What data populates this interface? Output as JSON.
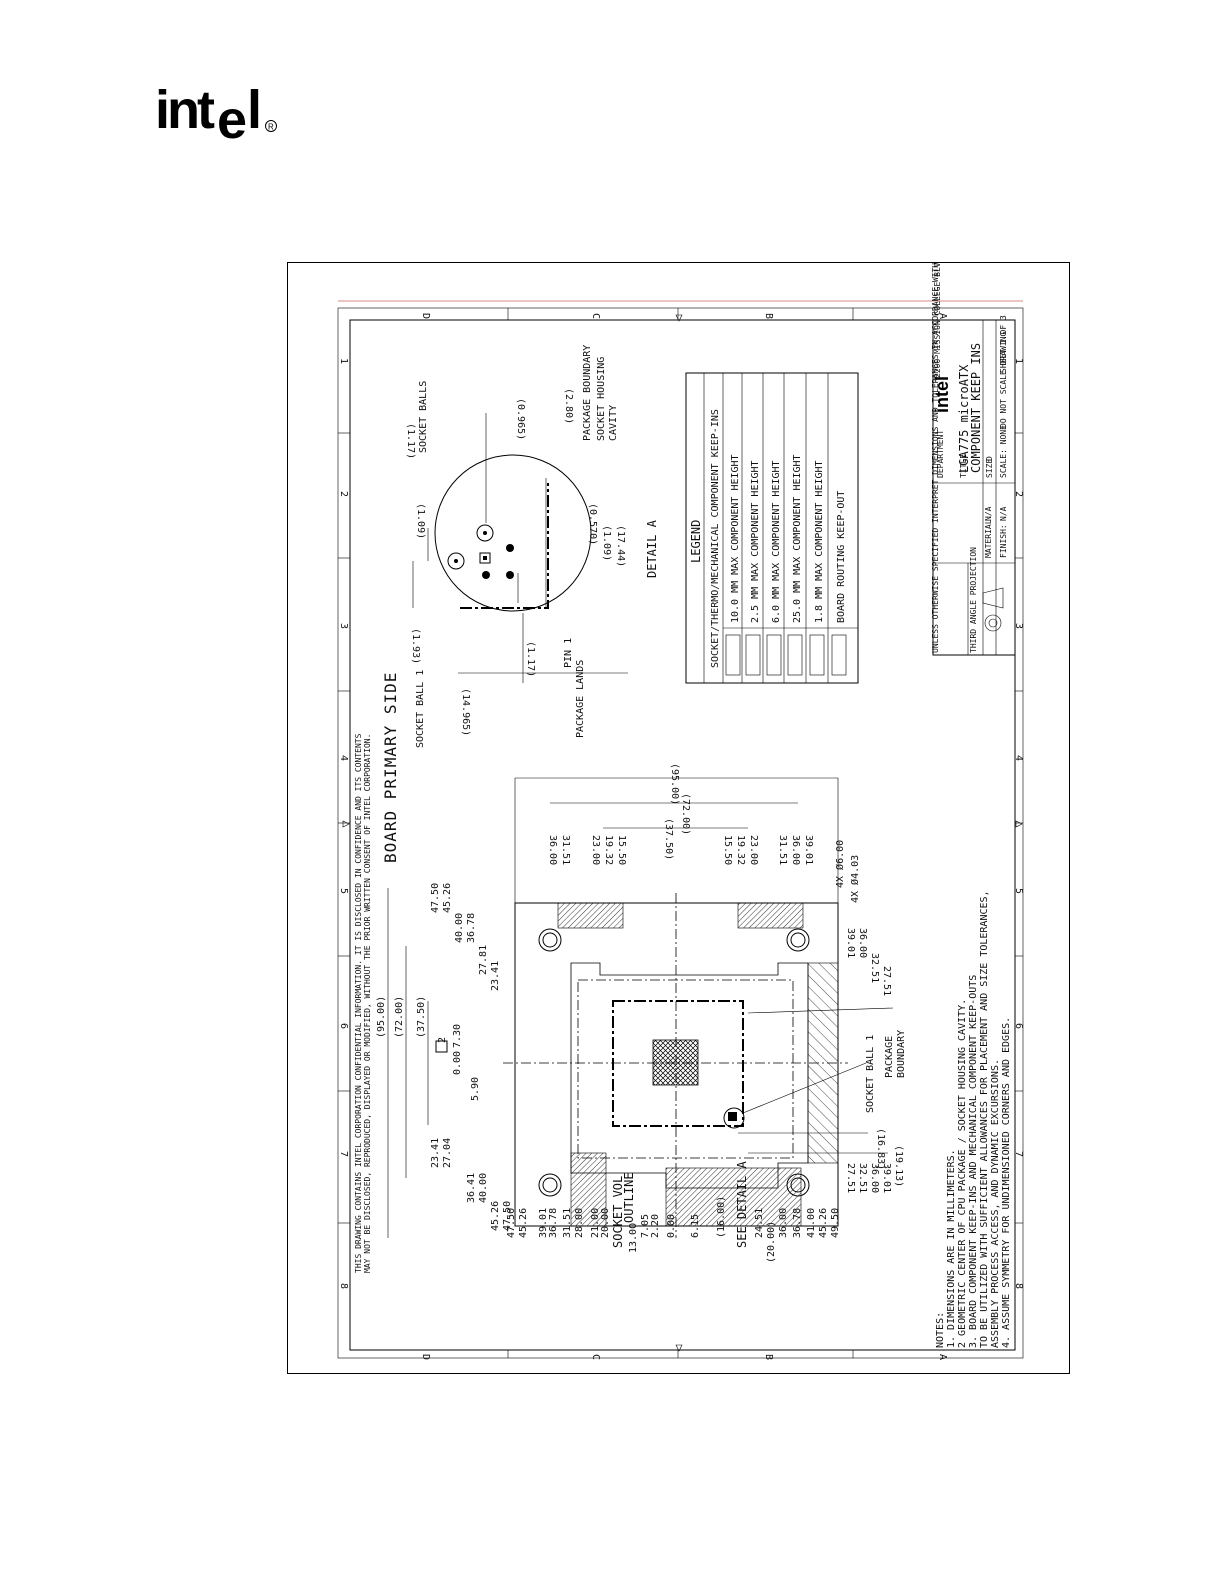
{
  "brand": {
    "logo_text": "intel",
    "registered": "®"
  },
  "drawing": {
    "title_main": "BOARD PRIMARY SIDE",
    "confidential_1": "THIS DRAWING CONTAINS INTEL CORPORATION CONFIDENTIAL INFORMATION. IT IS DISCLOSED IN CONFIDENCE AND ITS CONTENTS",
    "confidential_2": "MAY NOT BE DISCLOSED, REPRODUCED, DISPLAYED OR MODIFIED, WITHOUT THE PRIOR WRITTEN CONSENT OF INTEL CORPORATION.",
    "zone_letters": [
      "D",
      "C",
      "B",
      "A"
    ],
    "zone_numbers": [
      "8",
      "7",
      "6",
      "5",
      "4",
      "3",
      "2",
      "1"
    ],
    "legend": {
      "title": "LEGEND",
      "header": "SOCKET/THERMO/MECHANICAL COMPONENT KEEP-INS",
      "items": [
        "10.0 MM MAX COMPONENT HEIGHT",
        "2.5 MM MAX COMPONENT HEIGHT",
        "6.0 MM MAX COMPONENT HEIGHT",
        "25.0 MM MAX COMPONENT HEIGHT",
        "1.8 MM MAX COMPONENT HEIGHT",
        "BOARD ROUTING KEEP-OUT"
      ]
    },
    "detail": {
      "title": "DETAIL A",
      "socket_balls": "SOCKET BALLS",
      "package_boundary": "PACKAGE BOUNDARY",
      "socket_housing": "SOCKET HOUSING",
      "cavity": "CAVITY",
      "socket_ball_1": "SOCKET BALL 1",
      "package_lands": "PACKAGE LANDS",
      "pin_1": "PIN 1",
      "dims": [
        "(1.17)",
        "(1.09)",
        "(0.965)",
        "(2.80)",
        "(0.570)",
        "(1.09)",
        "(17.44)",
        "(1.93)",
        "(14.965)",
        "(1.17)"
      ]
    },
    "main": {
      "top_dims": [
        "(95.00)",
        "(72.00)",
        "(37.50)"
      ],
      "top_ticks_left": [
        "36.00",
        "31.51",
        "23.00",
        "19.32",
        "15.50"
      ],
      "top_ticks_right": [
        "15.50",
        "19.32",
        "23.00",
        "31.51",
        "36.00",
        "39.01"
      ],
      "left_dims": [
        "(95.00)",
        "(72.00)",
        "(37.50)"
      ],
      "left_ticks_top": [
        "47.50",
        "45.26",
        "40.00",
        "36.78",
        "27.81",
        "23.41"
      ],
      "datum_value": "0.00",
      "datum_label": "2",
      "left_ticks_mid": [
        "7.30",
        "5.90"
      ],
      "left_ticks_bottom": [
        "23.41",
        "27.04",
        "36.41",
        "40.00",
        "45.26",
        "47.50"
      ],
      "right_ticks_top": [
        "39.01",
        "36.00",
        "32.51",
        "27.51"
      ],
      "right_ticks_bottom": [
        "27.51",
        "32.51",
        "36.00",
        "39.01"
      ],
      "hole_callout_1": "4X Ø6.00",
      "hole_callout_2": "4X Ø4.03",
      "socket_ball_1": "SOCKET BALL 1",
      "package_boundary_1": "PACKAGE",
      "package_boundary_2": "BOUNDARY",
      "right_dims": [
        "(16.83)",
        "(19.13)"
      ],
      "bottom_ticks": [
        "47.50",
        "45.26",
        "39.01",
        "36.78",
        "31.51",
        "28.00",
        "21.00",
        "20.00",
        "13.00",
        "7.05",
        "2.20",
        "0.00",
        "6.15",
        "(16.00)",
        "24.51",
        "(20.00)",
        "36.00",
        "36.78",
        "41.00",
        "45.26",
        "49.50"
      ],
      "socket_vol": "SOCKET VOL",
      "outline": "OUTLINE",
      "see_detail": "SEE DETAIL A"
    },
    "notes": {
      "heading": "NOTES:",
      "lines": [
        "1. DIMENSIONS ARE IN MILLIMETERS.",
        "2  GEOMETRIC CENTER OF CPU PACKAGE / SOCKET HOUSING CAVITY.",
        "3. BOARD COMPONENT KEEP-INS AND MECHANICAL COMPONENT KEEP-OUTS",
        "   TO BE UTILIZED WITH SUFFICIENT ALLOWANCES FOR PLACEMENT AND SIZE TOLERANCES,",
        "   ASSEMBLY PROCESS ACCESS, AND DYNAMIC EXCURSIONS.",
        "4. ASSUME SYMMETRY FOR UNDIMENSIONED CORNERS AND EDGES."
      ]
    },
    "title_block": {
      "title_1": "LGA775 microATX",
      "title_2": "COMPONENT KEEP INS",
      "logo": "intel",
      "address": "2200 MISSION COLLEGE BLVD. P.O. BOX 58119 SANTA CLARA, CA 95052-8119",
      "department": "DEPARTMENT",
      "title_label": "TITLE",
      "size_label": "SIZE",
      "size": "D",
      "scale": "SCALE: NONE",
      "no_scale": "DO NOT SCALE DRAWING",
      "sheet": "SHEET 1 OF 3",
      "material": "MATERIAL:",
      "material_val": "N/A",
      "finish": "FINISH:",
      "finish_val": "N/A",
      "projection": "THIRD ANGLE PROJECTION",
      "unless": "UNLESS OTHERWISE SPECIFIED INTERPRET DIMENSIONS AND TOLERANCES IN ACCORDANCE WITH ASME Y14.5M-1994"
    }
  }
}
